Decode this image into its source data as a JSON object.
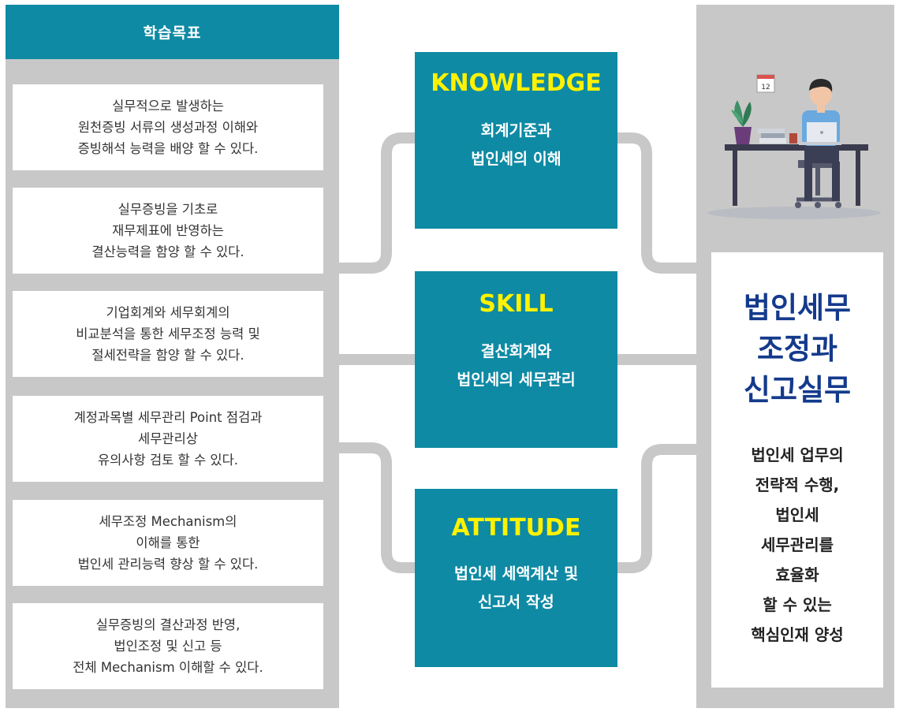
{
  "left": {
    "header": "학습목표",
    "goals": [
      {
        "lines": [
          "실무적으로 발생하는",
          "원천증빙 서류의 생성과정 이해와",
          "증빙해석 능력을 배양 할 수 있다."
        ]
      },
      {
        "lines": [
          "실무증빙을 기초로",
          "재무제표에 반영하는",
          "결산능력을 함양 할 수 있다."
        ]
      },
      {
        "lines": [
          "기업회계와 세무회계의",
          "비교분석을 통한 세무조정 능력 및",
          "절세전략을 함양 할 수 있다."
        ]
      },
      {
        "lines": [
          "계정과목별 세무관리 Point 점검과",
          "세무관리상",
          "유의사항 검토 할 수 있다."
        ]
      },
      {
        "lines": [
          "세무조정 Mechanism의",
          "이해를 통한",
          "법인세 관리능력 향상 할 수 있다."
        ]
      },
      {
        "lines": [
          "실무증빙의 결산과정 반영,",
          "법인조정 및 신고 등",
          "전체 Mechanism 이해할 수 있다."
        ]
      }
    ]
  },
  "center": {
    "boxes": [
      {
        "title": "KNOWLEDGE",
        "desc": [
          "회계기준과",
          "법인세의 이해"
        ]
      },
      {
        "title": "SKILL",
        "desc": [
          "결산회계와",
          "법인세의 세무관리"
        ]
      },
      {
        "title": "ATTITUDE",
        "desc": [
          "법인세 세액계산 및",
          "신고서 작성"
        ]
      }
    ]
  },
  "right": {
    "title": [
      "법인세무",
      "조정과",
      "신고실무"
    ],
    "desc": [
      "법인세 업무의",
      "전략적 수행,",
      "법인세",
      "세무관리를",
      "효율화",
      "할 수 있는",
      "핵심인재 양성"
    ],
    "calendar": "12"
  },
  "colors": {
    "teal": "#0e8aa4",
    "yellow_title": "#fff200",
    "navy_title": "#143a8c",
    "panel_gray": "#c8c8c8",
    "connector_gray": "#c8c8c8"
  },
  "icons": [
    "office-worker-illustration",
    "calendar-icon",
    "plant-icon",
    "laptop-icon",
    "books-icon",
    "coffee-cup-icon"
  ]
}
